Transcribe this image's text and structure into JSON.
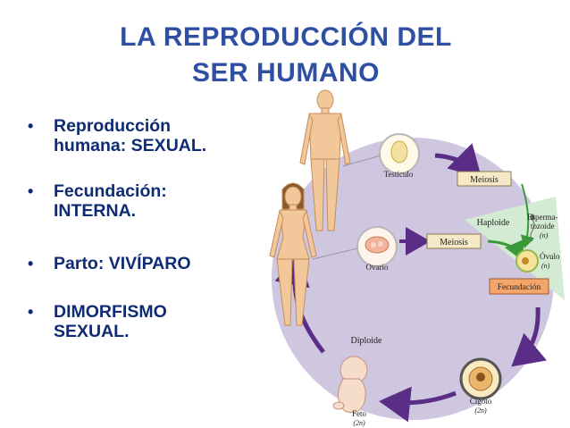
{
  "slide": {
    "title_line1": "LA REPRODUCCIÓN DEL",
    "title_line2": "SER HUMANO",
    "bullets": [
      {
        "line1": "Reproducción",
        "line2": "humana: SEXUAL."
      },
      {
        "line1": "Fecundación:",
        "line2": "INTERNA."
      },
      {
        "line1": "Parto: VIVÍPARO",
        "line2": ""
      },
      {
        "line1": "DIMORFISMO",
        "line2": "SEXUAL."
      }
    ]
  },
  "figure": {
    "testiculo": "Testículo",
    "ovario": "Ovario",
    "meiosis_top": "Meiosis",
    "meiosis_mid": "Meiosis",
    "haploide": "Haploide",
    "espermatozoide_1": "Esperma-",
    "espermatozoide_2": "tozoide",
    "espermatozoide_n": "(n)",
    "ovulo": "Óvulo",
    "ovulo_n": "(n)",
    "fecundacion": "Fecundación",
    "diploide": "Diploide",
    "cigoto": "Cigoto",
    "cigoto_n": "(2n)",
    "feto": "Feto",
    "feto_n": "(2n)",
    "colors": {
      "circle": "#cfc6e0",
      "haploid_wedge": "#d3ead3",
      "arrow": "#5a2d86",
      "meiosis_box": "#f5e9c8",
      "fecundacion_box": "#f3a56a",
      "skin": "#f2c79a"
    }
  }
}
